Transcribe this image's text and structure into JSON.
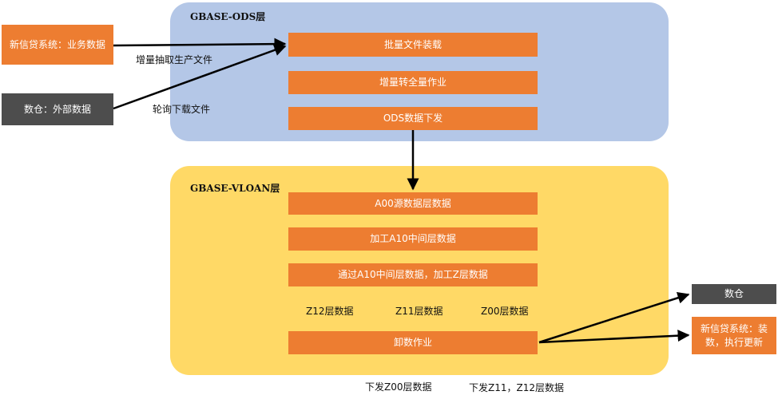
{
  "ods_layer": {
    "title": "GBASE-ODS层",
    "steps": [
      "批量文件装载",
      "增量转全量作业",
      "ODS数据下发"
    ]
  },
  "vloan_layer": {
    "title": "GBASE-VLOAN层",
    "steps": [
      "A00源数据层数据",
      "加工A10中间层数据",
      "通过A10中间层数据，加工Z层数据"
    ],
    "z_layers": [
      "Z12层数据",
      "Z11层数据",
      "Z00层数据"
    ],
    "unload": "卸数作业"
  },
  "sources": {
    "new_credit": "新信贷系统：业务数据",
    "warehouse": "数仓：外部数据"
  },
  "edge_labels": {
    "incremental": "增量抽取生产文件",
    "polling": "轮询下载文件"
  },
  "targets": {
    "warehouse": "数仓",
    "new_credit": "新信贷系统：装数，执行更新"
  },
  "bottom_labels": {
    "z00": "下发Z00层数据",
    "z11_z12": "下发Z11，Z12层数据"
  },
  "colors": {
    "ods_background": "#b4c7e7",
    "vloan_background": "#ffd966",
    "step_box": "#ed7d31",
    "dark_box": "#4d4d4d"
  }
}
